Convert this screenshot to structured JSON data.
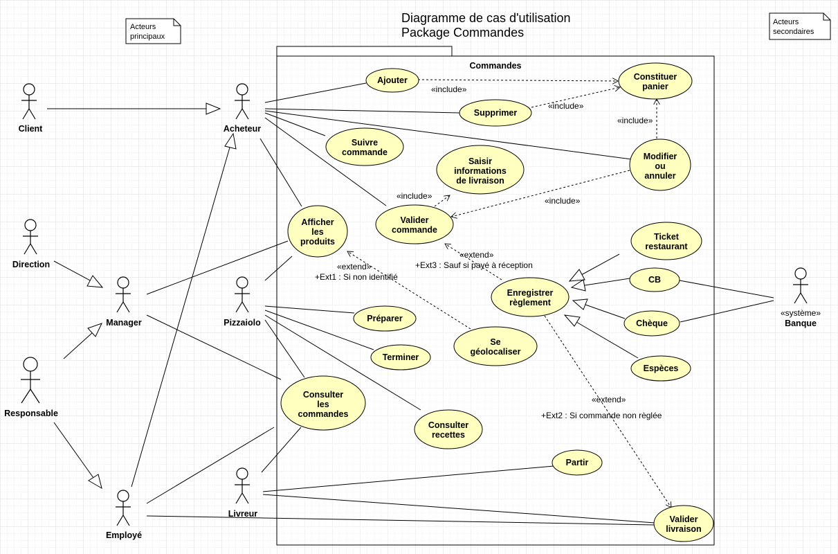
{
  "title": [
    "Diagramme de cas d'utilisation",
    "Package Commandes"
  ],
  "notes": {
    "left": [
      "Acteurs",
      "principaux"
    ],
    "right": [
      "Acteurs",
      "secondaires"
    ]
  },
  "package": {
    "name": "Commandes"
  },
  "actors": {
    "client": "Client",
    "direction": "Direction",
    "responsable": "Responsable",
    "acheteur": "Acheteur",
    "manager": "Manager",
    "pizzaiolo": "Pizzaiolo",
    "livreur": "Livreur",
    "employe": "Employé",
    "banque_stereotype": "«système»",
    "banque": "Banque"
  },
  "use_cases": {
    "ajouter": [
      "Ajouter"
    ],
    "constituer_panier": [
      "Constituer",
      "panier"
    ],
    "supprimer": [
      "Supprimer"
    ],
    "suivre_commande": [
      "Suivre",
      "commande"
    ],
    "saisir_infos": [
      "Saisir",
      "informations",
      "de livraison"
    ],
    "modifier": [
      "Modifier",
      "ou",
      "annuler"
    ],
    "afficher_produits": [
      "Afficher",
      "les",
      "produits"
    ],
    "valider_commande": [
      "Valider",
      "commande"
    ],
    "ticket_restaurant": [
      "Ticket",
      "restaurant"
    ],
    "cb": [
      "CB"
    ],
    "enregistrer_reglement": [
      "Enregistrer",
      "règlement"
    ],
    "cheque": [
      "Chèque"
    ],
    "especes": [
      "Espèces"
    ],
    "preparer": [
      "Préparer"
    ],
    "terminer": [
      "Terminer"
    ],
    "se_geolocaliser": [
      "Se",
      "géolocaliser"
    ],
    "consulter_commandes": [
      "Consulter",
      "les",
      "commandes"
    ],
    "consulter_recettes": [
      "Consulter",
      "recettes"
    ],
    "partir": [
      "Partir"
    ],
    "valider_livraison": [
      "Valider",
      "livraison"
    ]
  },
  "relations": {
    "include_ajouter": "«include»",
    "include_supprimer": "«include»",
    "include_modifier": "«include»",
    "include_saisir": "«include»",
    "include_modifier_valider": "«include»",
    "extend_ext3": "«extend»",
    "ext3_condition": "+Ext3 : Sauf si payé à réception",
    "extend_ext1": "«extend»",
    "ext1_condition": "+Ext1 : Si non identifié",
    "extend_ext2": "«extend»",
    "ext2_condition": "+Ext2 : Si commande non règlée"
  }
}
